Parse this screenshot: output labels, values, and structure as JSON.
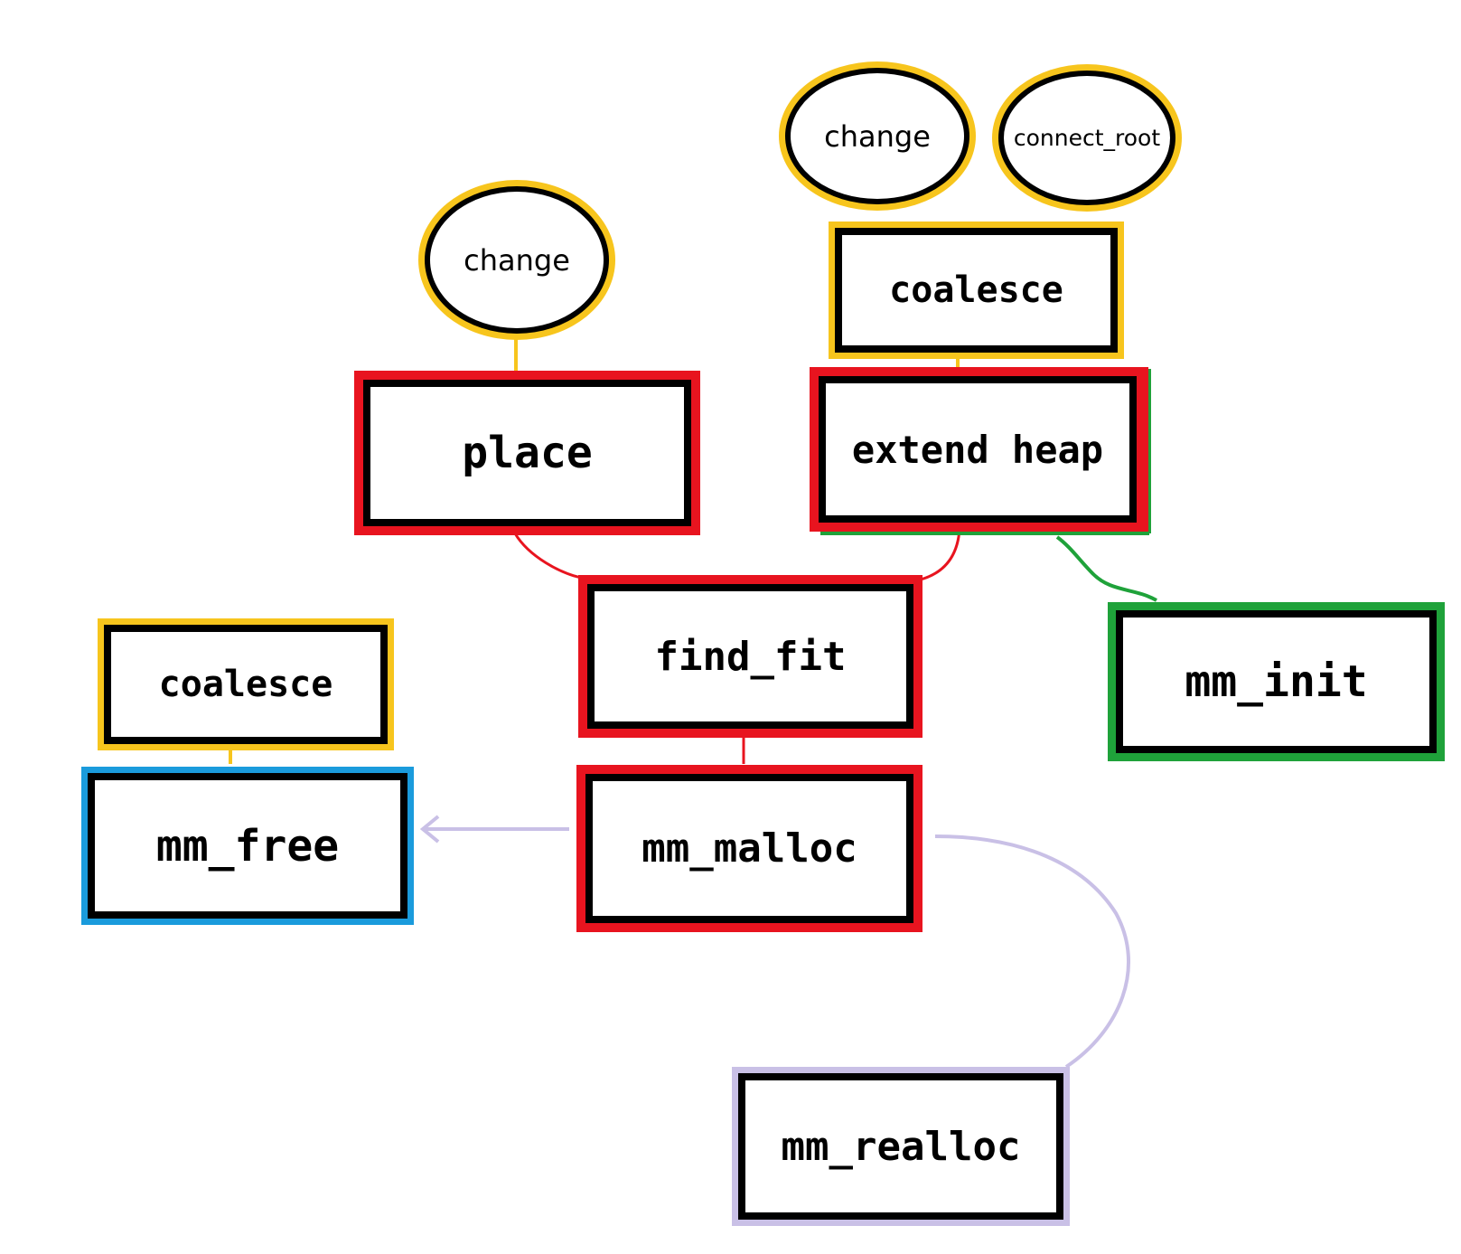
{
  "colors": {
    "red": "#e8141f",
    "yellow": "#f7c51d",
    "green": "#1fa23a",
    "blue": "#1a9bdc",
    "purple": "#c9c0e6",
    "black": "#000000"
  },
  "nodes": {
    "place": "place",
    "extend_heap": "extend heap",
    "find_fit": "find_fit",
    "mm_malloc": "mm_malloc",
    "mm_free": "mm_free",
    "mm_init": "mm_init",
    "mm_realloc": "mm_realloc",
    "coalesce_top": "coalesce",
    "coalesce_left": "coalesce",
    "change_place": "change",
    "change_top": "change",
    "connect_root": "connect_root"
  }
}
